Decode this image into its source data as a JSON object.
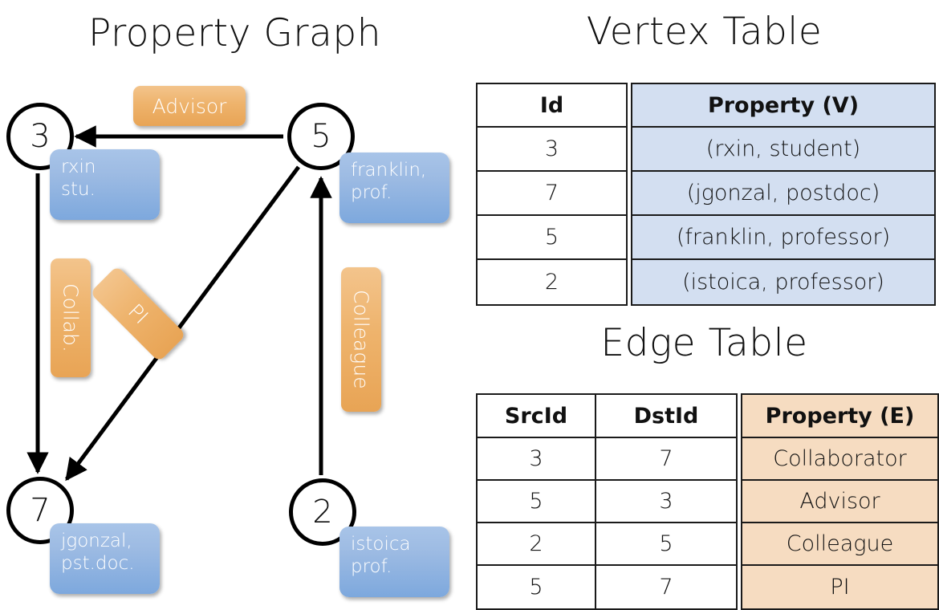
{
  "titles": {
    "property_graph": "Property Graph",
    "vertex_table": "Vertex Table",
    "edge_table": "Edge Table"
  },
  "colors": {
    "vertex_fill": "#d3dff1",
    "edge_fill": "#f6dcc1",
    "property_box": "#9dbbe3",
    "edge_label": "#eeb36c",
    "stroke": "#000000"
  },
  "graph": {
    "nodes": [
      {
        "id": "3",
        "property": "rxin\nstu."
      },
      {
        "id": "5",
        "property": "franklin,\nprof."
      },
      {
        "id": "7",
        "property": "jgonzal,\npst.doc."
      },
      {
        "id": "2",
        "property": "istoica\nprof."
      }
    ],
    "edge_labels": [
      {
        "name": "advisor",
        "text": "Advisor"
      },
      {
        "name": "collab",
        "text": "Collab."
      },
      {
        "name": "pi",
        "text": "PI"
      },
      {
        "name": "colleague",
        "text": "Colleague"
      }
    ]
  },
  "vertex_table": {
    "headers": [
      "Id",
      "Property (V)"
    ],
    "rows": [
      [
        "3",
        "(rxin, student)"
      ],
      [
        "7",
        "(jgonzal, postdoc)"
      ],
      [
        "5",
        "(franklin, professor)"
      ],
      [
        "2",
        "(istoica, professor)"
      ]
    ]
  },
  "edge_table": {
    "headers": [
      "SrcId",
      "DstId",
      "Property (E)"
    ],
    "rows": [
      [
        "3",
        "7",
        "Collaborator"
      ],
      [
        "5",
        "3",
        "Advisor"
      ],
      [
        "2",
        "5",
        "Colleague"
      ],
      [
        "5",
        "7",
        "PI"
      ]
    ]
  }
}
